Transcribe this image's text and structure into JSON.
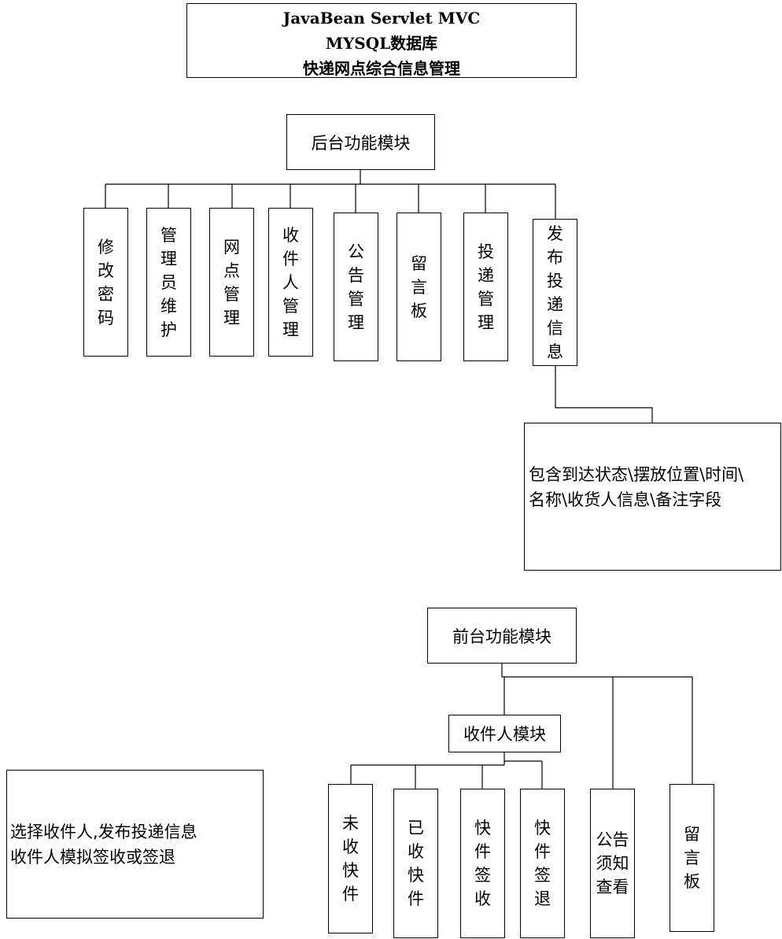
{
  "title": {
    "lines": [
      "JavaBean Servlet MVC",
      "MYSQL数据库",
      "快递网点综合信息管理"
    ]
  },
  "backend": {
    "root": "后台功能模块",
    "modules": [
      "修改密码",
      "管理员维护",
      "网点管理",
      "收件人管理",
      "公告管理",
      "留言板",
      "投递管理",
      "发布投递信息"
    ],
    "note": [
      "包含到达状态\\摆放位置\\时间\\",
      "名称\\收货人信息\\备注字段"
    ]
  },
  "frontend": {
    "root": "前台功能模块",
    "sub": "收件人模块",
    "sub_modules": [
      "未收快件",
      "已收快件",
      "快件签收",
      "快件签退"
    ],
    "modules": [
      "公告须知查看",
      "留言板"
    ],
    "note": [
      "选择收件人,发布投递信息",
      "收件人模拟签收或签退"
    ]
  }
}
